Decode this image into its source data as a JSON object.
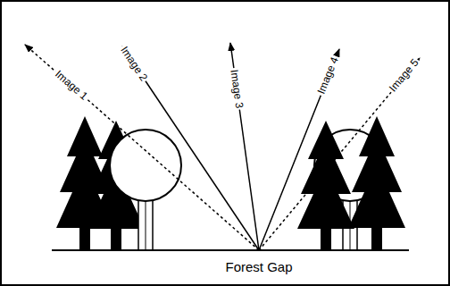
{
  "diagram": {
    "labels": [
      "Image 1",
      "Image 2",
      "Image 3",
      "Image 4",
      "Image 5",
      "Forest Gap"
    ]
  }
}
